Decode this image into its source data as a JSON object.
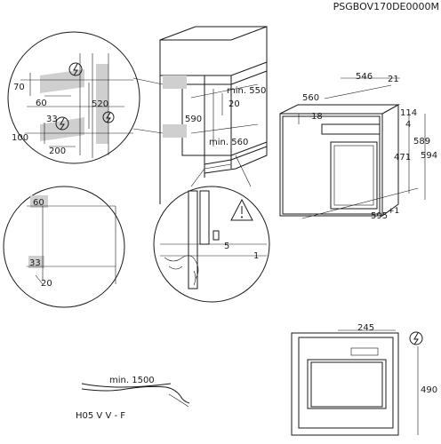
{
  "diagram": {
    "code": "PSGBOV170DE0000M",
    "circle_left": {
      "labels": [
        "70",
        "60",
        "520",
        "33",
        "100",
        "200"
      ]
    },
    "cabinet": {
      "labels": [
        "min. 550",
        "20",
        "590",
        "min. 560"
      ]
    },
    "oven": {
      "labels": [
        "546",
        "21",
        "560",
        "114",
        "4",
        "18",
        "589",
        "594",
        "471",
        "595",
        "+1"
      ]
    },
    "circle_bottom_left": {
      "labels": [
        "60",
        "33",
        "20"
      ]
    },
    "circle_bottom_mid": {
      "labels": [
        "5",
        "1"
      ],
      "warning_icon": "warning-triangle-icon"
    },
    "cable": {
      "length": "min. 1500",
      "type": "H05 V V - F"
    },
    "oven_back": {
      "labels": [
        "245",
        "490"
      ],
      "power_icon": "power-symbol-icon"
    }
  }
}
